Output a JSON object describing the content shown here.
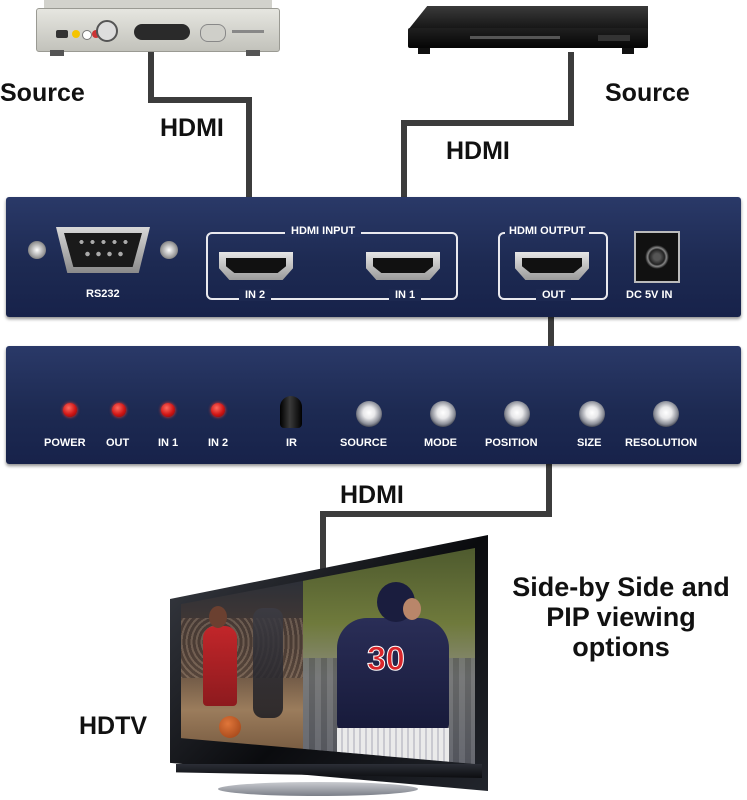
{
  "labels": {
    "source_left": "Source",
    "source_right": "Source",
    "hdmi_left": "HDMI",
    "hdmi_right": "HDMI",
    "hdmi_bottom": "HDMI",
    "hdtv": "HDTV",
    "caption_line1": "Side-by Side and",
    "caption_line2": "PIP viewing options"
  },
  "rear_panel": {
    "rs232": "RS232",
    "hdmi_input": "HDMI INPUT",
    "in2": "IN 2",
    "in1": "IN 1",
    "hdmi_output": "HDMI OUTPUT",
    "out": "OUT",
    "dc": "DC 5V IN"
  },
  "front_panel": {
    "leds": [
      "POWER",
      "OUT",
      "IN 1",
      "IN 2"
    ],
    "ir": "IR",
    "buttons": [
      "SOURCE",
      "MODE",
      "POSITION",
      "SIZE",
      "RESOLUTION"
    ]
  },
  "tv": {
    "jersey_number": "30"
  },
  "colors": {
    "panel": "#1f2c56",
    "cable": "#3c3c3c",
    "led": "#e01b1b"
  }
}
